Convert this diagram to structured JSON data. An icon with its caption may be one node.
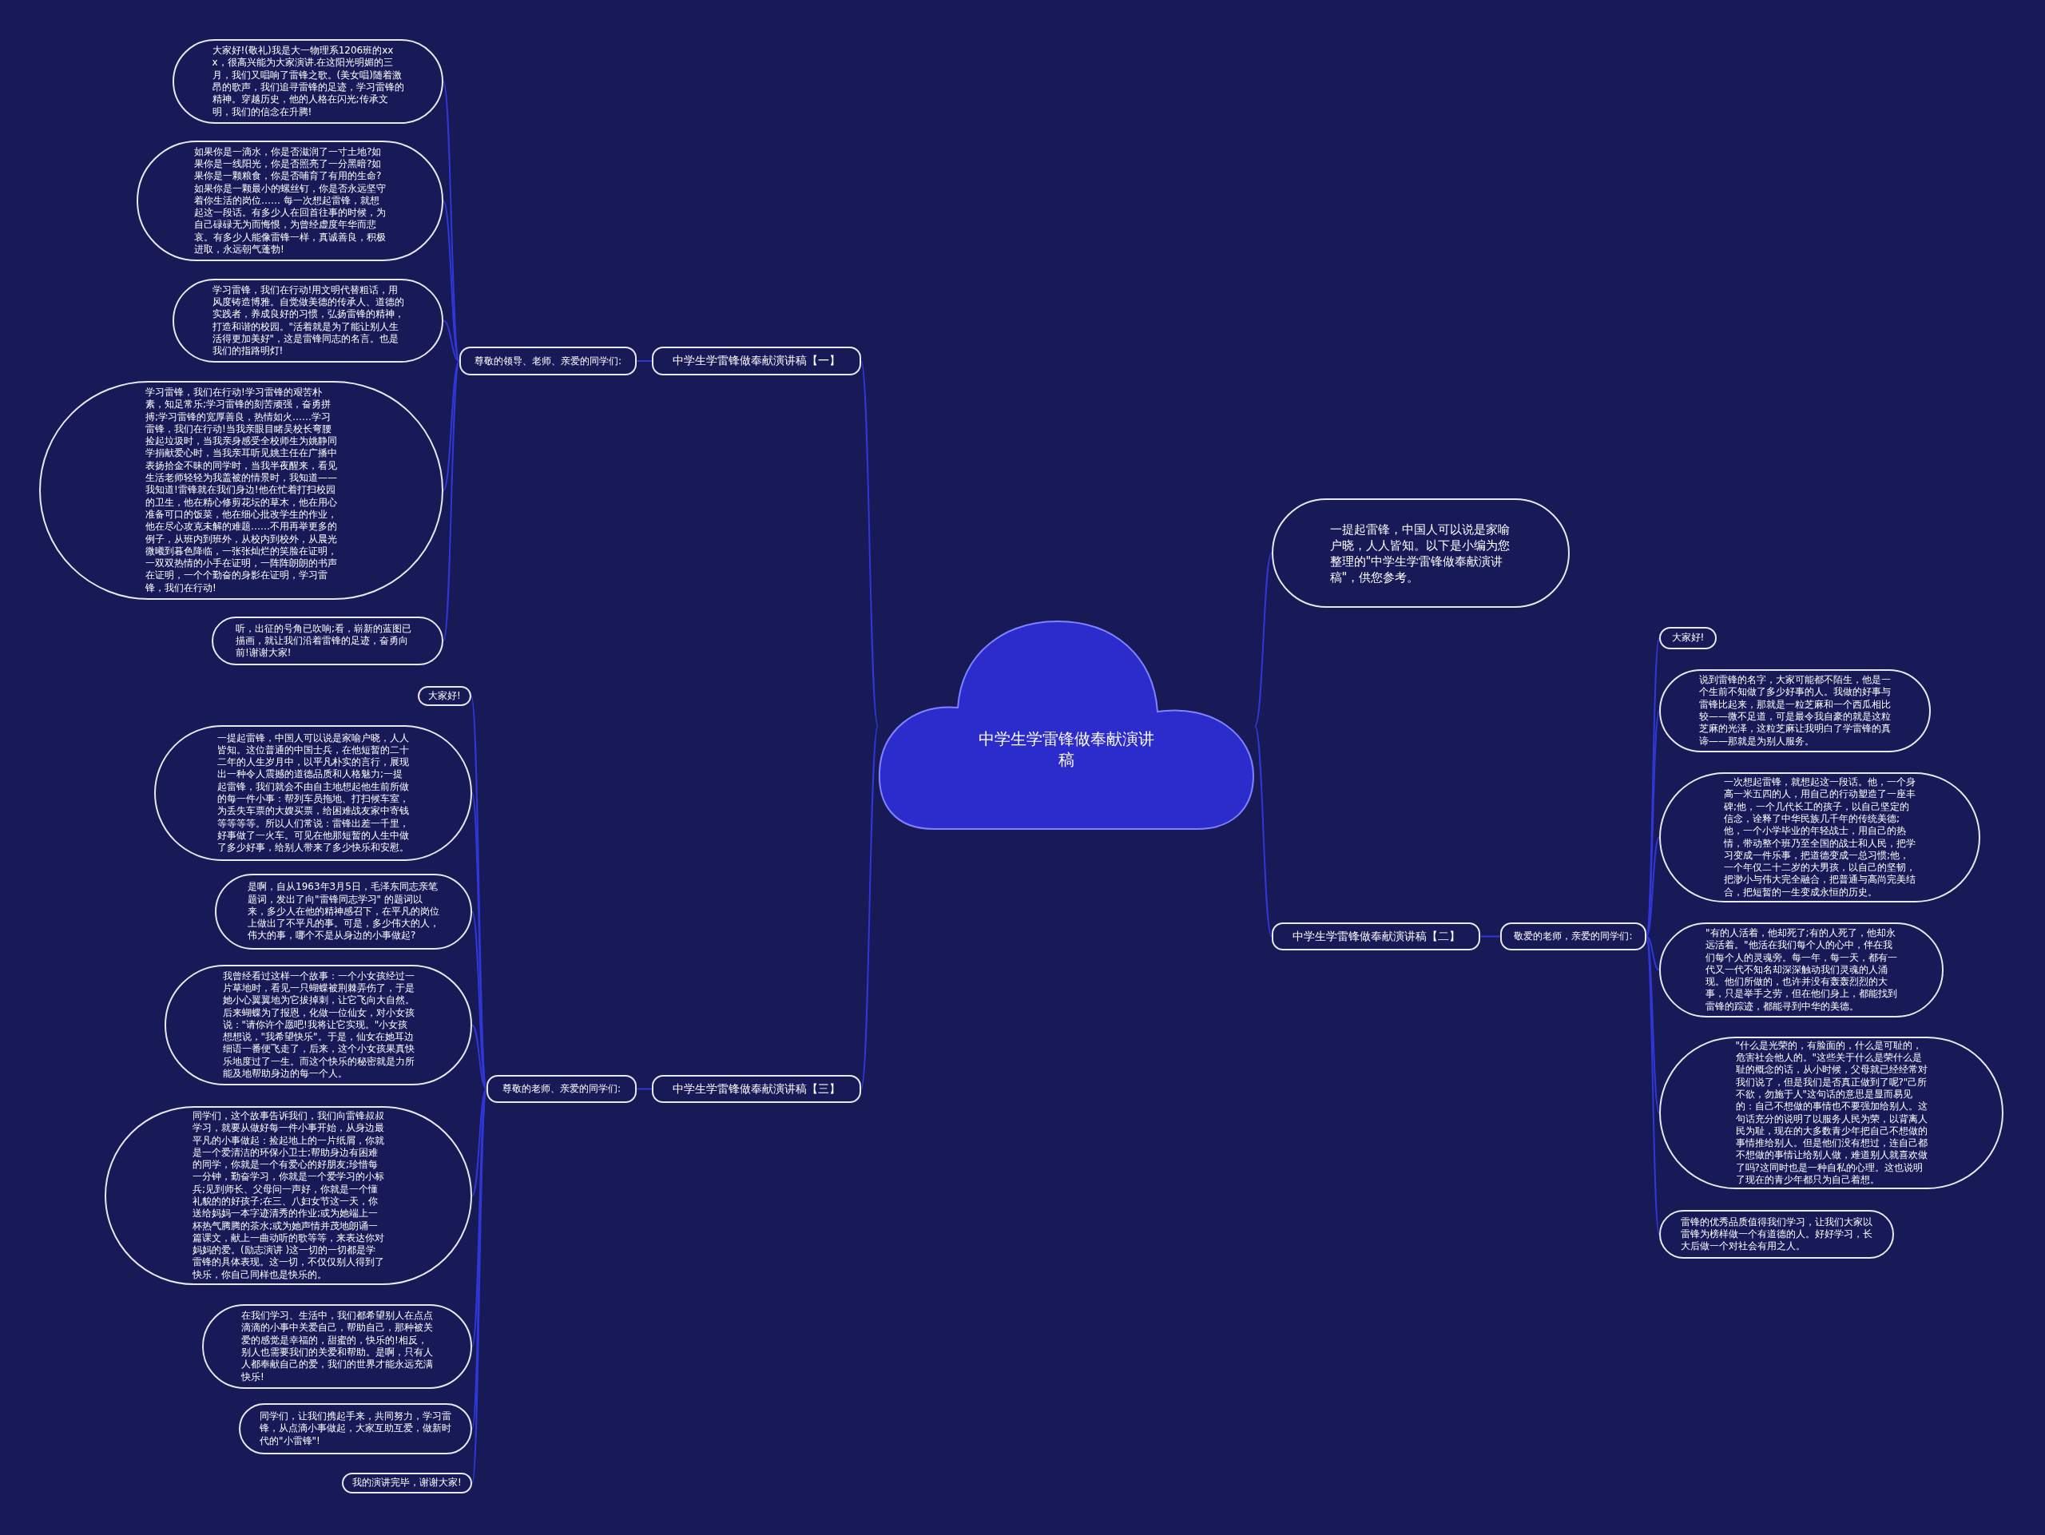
{
  "diagram": {
    "nodes": [
      {
        "text": [
          "中学生学雷锋做奉献演讲稿"
        ]
      },
      {
        "text": [
          "中学生学雷锋做奉献演讲稿【一】"
        ]
      },
      {
        "text": [
          "尊敬的领导、老师、亲爱的同学们:"
        ]
      },
      {
        "text": [
          "大家好!(敬礼)我是大一物理系1206班的xxx，很高兴能为大家演讲.在这阳光明媚的三月，我们又唱响了雷锋之歌。(美女唱)随着激昂的歌声，我们追寻雷锋的足迹，学习雷锋的精神。穿越历史，他的人格在闪光;传承文明，我们的信念在升腾!"
        ]
      },
      {
        "text": [
          "如果你是一滴水，你是否滋润了一寸土地?如果你是一线阳光，你是否照亮了一分黑暗?如果你是一颗粮食，你是否哺育了有用的生命?如果你是一颗最小的螺丝钉，你是否永远坚守着你生活的岗位…… 每一次想起雷锋，就想起这一段话。有多少人在回首往事的时候，为自己碌碌无为而悔恨，为曾经虚度年华而悲哀。有多少人能像雷锋一样，真诚善良，积极进取，永远朝气蓬勃!"
        ]
      },
      {
        "text": [
          "学习雷锋，我们在行动!用文明代替粗话，用风度铸造博雅。自觉做美德的传承人、道德的实践者，养成良好的习惯，弘扬雷锋的精神，打造和谐的校园。\"活着就是为了能让别人生活得更加美好\"，这是雷锋同志的名言。也是我们的指路明灯!"
        ]
      },
      {
        "text": [
          "学习雷锋，我们在行动!学习雷锋的艰苦朴素，知足常乐;学习雷锋的刻苦顽强，奋勇拼搏;学习雷锋的宽厚善良，热情如火……学习雷锋，我们在行动!当我亲眼目睹吴校长弯腰捡起垃圾时，当我亲身感受全校师生为姚静同学捐献爱心时，当我亲耳听见姚主任在广播中表扬拾金不昧的同学时，当我半夜醒来，看见生活老师轻轻为我盖被的情景时，我知道——我知道!雷锋就在我们身边!他在忙着打扫校园的卫生，他在精心修剪花坛的草木，他在用心准备可口的饭菜，他在细心批改学生的作业，他在尽心攻克未解的难题……不用再举更多的例子，从班内到班外，从校内到校外，从晨光微曦到暮色降临，一张张灿烂的笑脸在证明，一双双热情的小手在证明，一阵阵朗朗的书声在证明，一个个勤奋的身影在证明，学习雷锋，我们在行动!"
        ]
      },
      {
        "text": [
          "听，出征的号角已吹响;看，崭新的蓝图已描画，就让我们沿着雷锋的足迹，奋勇向前!谢谢大家!"
        ]
      },
      {
        "text": [
          "一提起雷锋，中国人可以说是家喻户晓，人人皆知。以下是小编为您整理的\"中学生学雷锋做奉献演讲稿\"，供您参考。"
        ]
      },
      {
        "text": [
          "中学生学雷锋做奉献演讲稿【二】"
        ]
      },
      {
        "text": [
          "敬爱的老师，亲爱的同学们:"
        ]
      },
      {
        "text": [
          "大家好!"
        ]
      },
      {
        "text": [
          "说到雷锋的名字，大家可能都不陌生，他是一个生前不知做了多少好事的人。我做的好事与雷锋比起来，那就是一粒芝麻和一个西瓜相比较——微不足道，可是最令我自豪的就是这粒芝麻的光泽，这粒芝麻让我明白了学雷锋的真谛——那就是为别人服务。"
        ]
      },
      {
        "text": [
          "一次想起雷锋，就想起这一段话。他，一个身高一米五四的人，用自己的行动塑造了一座丰碑;他，一个几代长工的孩子，以自己坚定的信念，诠释了中华民族几千年的传统美德;他，一个小学毕业的年轻战士，用自己的热情，带动整个班乃至全国的战士和人民，把学习变成一件乐事，把道德变成一总习惯;他，一个年仅二十二岁的大男孩，以自己的坚韧，把渺小与伟大完全融合，把普通与高尚完美结合，把短暂的一生变成永恒的历史。"
        ]
      },
      {
        "text": [
          "\"有的人活着，他却死了;有的人死了，他却永远活着。\"他活在我们每个人的心中，伴在我们每个人的灵魂旁。每一年，每一天，都有一代又一代不知名却深深触动我们灵魂的人涌现。他们所做的，也许并没有轰轰烈烈的大事，只是举手之劳，但在他们身上，都能找到雷锋的踪迹，都能寻到中华的美德。"
        ]
      },
      {
        "text": [
          "\"什么是光荣的，有脸面的，什么是可耻的，危害社会他人的。\"这些关于什么是荣什么是耻的概念的话，从小时候，父母就已经经常对我们说了，但是我们是否真正做到了呢?\"己所不欲，勿施于人\"这句话的意思是显而易见的：自己不想做的事情也不要强加给别人。这句话充分的说明了以服务人民为荣，以背离人民为耻，现在的大多数青少年把自己不想做的事情推给别人。但是他们没有想过，连自己都不想做的事情让给别人做，难道别人就喜欢做了吗?这同时也是一种自私的心理。这也说明了现在的青少年都只为自己着想。"
        ]
      },
      {
        "text": [
          "雷锋的优秀品质值得我们学习，让我们大家以雷锋为榜样做一个有道德的人。好好学习，长大后做一个对社会有用之人。"
        ]
      },
      {
        "text": [
          "中学生学雷锋做奉献演讲稿【三】"
        ]
      },
      {
        "text": [
          "尊敬的老师、亲爱的同学们:"
        ]
      },
      {
        "text": [
          "大家好!"
        ]
      },
      {
        "text": [
          "一提起雷锋，中国人可以说是家喻户晓，人人皆知。这位普通的中国士兵，在他短暂的二十二年的人生岁月中，以平凡朴实的言行，展现出一种令人震撼的道德品质和人格魅力;一提起雷锋，我们就会不由自主地想起他生前所做的每一件小事：帮列车员拖地、打扫候车室，为丢失车票的大嫂买票，给困难战友家中寄钱等等等等。所以人们常说：雷锋出差一千里，好事做了一火车。可见在他那短暂的人生中做了多少好事，给别人带来了多少快乐和安慰。"
        ]
      },
      {
        "text": [
          "是啊，自从1963年3月5日，毛泽东同志亲笔题词，发出了向\"雷锋同志学习\" 的题词以来，多少人在他的精神感召下，在平凡的岗位上做出了不平凡的事。可是，多少伟大的人，伟大的事，哪个不是从身边的小事做起?"
        ]
      },
      {
        "text": [
          "我曾经看过这样一个故事：一个小女孩经过一片草地时，看见一只蝴蝶被荆棘弄伤了，于是她小心翼翼地为它拔掉刺，让它飞向大自然。后来蝴蝶为了报恩，化做一位仙女，对小女孩说：\"请你许个愿吧!我将让它实现。\"小女孩想想说，\"我希望快乐\"。于是，仙女在她耳边细语一番便飞走了，后来，这个小女孩果真快乐地度过了一生。而这个快乐的秘密就是力所能及地帮助身边的每一个人。"
        ]
      },
      {
        "text": [
          "同学们，这个故事告诉我们，我们向雷锋叔叔学习，就要从做好每一件小事开始，从身边最平凡的小事做起：捡起地上的一片纸屑，你就是一个爱清洁的环保小卫士;帮助身边有困难的同学，你就是一个有爱心的好朋友;珍惜每一分钟，勤奋学习，你就是一个爱学习的小标兵;见到师长、父母问一声好，你就是一个懂礼貌的的好孩子;在三、八妇女节这一天，你送给妈妈一本字迹清秀的作业;或为她端上一杯热气腾腾的茶水;或为她声情并茂地朗诵一篇课文，献上一曲动听的歌等等，来表达你对妈妈的爱。(励志演讲 )这一切的一切都是学雷锋的具体表现。这一切，不仅仅别人得到了快乐，你自己同样也是快乐的。"
        ]
      },
      {
        "text": [
          "在我们学习、生活中，我们都希望别人在点点滴滴的小事中关爱自己，帮助自己，那种被关爱的感觉是幸福的，甜蜜的，快乐的!相反，别人也需要我们的关爱和帮助。是啊，只有人人都奉献自己的爱，我们的世界才能永远充满快乐!"
        ]
      },
      {
        "text": [
          "同学们，让我们携起手来，共同努力，学习雷锋，从点滴小事做起，大家互助互爱，做新时代的\"小雷锋\"!"
        ]
      },
      {
        "text": [
          "我的演讲完毕，谢谢大家!"
        ]
      }
    ],
    "edges": [
      {
        "from": 0,
        "to": 1,
        "arrow": "none"
      },
      {
        "from": 1,
        "to": 2,
        "arrow": "none"
      },
      {
        "from": 2,
        "to": 3,
        "arrow": "none"
      },
      {
        "from": 2,
        "to": 4,
        "arrow": "none"
      },
      {
        "from": 2,
        "to": 5,
        "arrow": "none"
      },
      {
        "from": 2,
        "to": 6,
        "arrow": "none"
      },
      {
        "from": 2,
        "to": 7,
        "arrow": "none"
      },
      {
        "from": 0,
        "to": 8,
        "arrow": "none"
      },
      {
        "from": 0,
        "to": 9,
        "arrow": "none"
      },
      {
        "from": 9,
        "to": 10,
        "arrow": "none"
      },
      {
        "from": 10,
        "to": 11,
        "arrow": "none"
      },
      {
        "from": 10,
        "to": 12,
        "arrow": "none"
      },
      {
        "from": 10,
        "to": 13,
        "arrow": "none"
      },
      {
        "from": 10,
        "to": 14,
        "arrow": "none"
      },
      {
        "from": 10,
        "to": 15,
        "arrow": "none"
      },
      {
        "from": 10,
        "to": 16,
        "arrow": "none"
      },
      {
        "from": 0,
        "to": 17,
        "arrow": "none"
      },
      {
        "from": 17,
        "to": 18,
        "arrow": "none"
      },
      {
        "from": 18,
        "to": 19,
        "arrow": "none"
      },
      {
        "from": 18,
        "to": 20,
        "arrow": "none"
      },
      {
        "from": 18,
        "to": 21,
        "arrow": "none"
      },
      {
        "from": 18,
        "to": 22,
        "arrow": "none"
      },
      {
        "from": 18,
        "to": 23,
        "arrow": "none"
      },
      {
        "from": 18,
        "to": 24,
        "arrow": "none"
      },
      {
        "from": 18,
        "to": 25,
        "arrow": "none"
      },
      {
        "from": 18,
        "to": 26,
        "arrow": "none"
      }
    ]
  }
}
